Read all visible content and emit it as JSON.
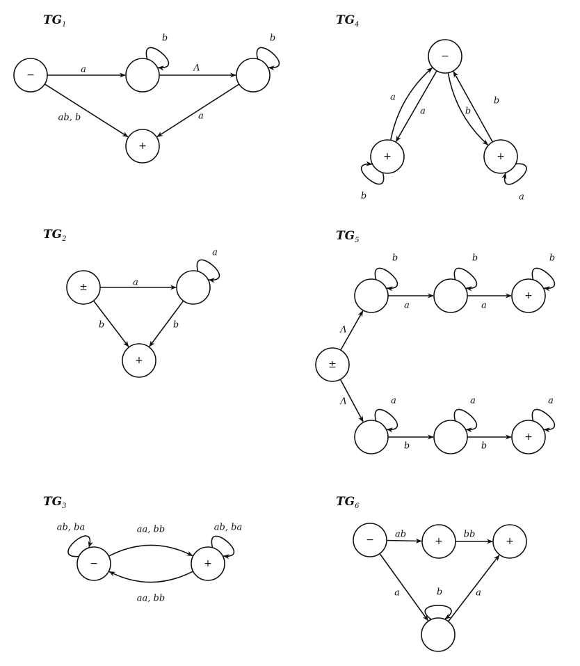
{
  "graphs": [
    {
      "id": "tg1",
      "title": "TG",
      "subscript": "1",
      "states": [
        {
          "id": "s0",
          "mark": "−"
        },
        {
          "id": "s1",
          "mark": ""
        },
        {
          "id": "s2",
          "mark": ""
        },
        {
          "id": "s3",
          "mark": "+"
        }
      ],
      "edges": [
        {
          "from": "s0",
          "to": "s1",
          "label": "a"
        },
        {
          "from": "s1",
          "to": "s1",
          "label": "b"
        },
        {
          "from": "s1",
          "to": "s2",
          "label": "Λ"
        },
        {
          "from": "s2",
          "to": "s2",
          "label": "b"
        },
        {
          "from": "s0",
          "to": "s3",
          "label": "ab, b"
        },
        {
          "from": "s2",
          "to": "s3",
          "label": "a"
        }
      ]
    },
    {
      "id": "tg4",
      "title": "TG",
      "subscript": "4",
      "states": [
        {
          "id": "s0",
          "mark": "−"
        },
        {
          "id": "s1",
          "mark": "+"
        },
        {
          "id": "s2",
          "mark": "+"
        }
      ],
      "edges": [
        {
          "from": "s1",
          "to": "s0",
          "label": "a"
        },
        {
          "from": "s0",
          "to": "s1",
          "label": "a"
        },
        {
          "from": "s2",
          "to": "s0",
          "label": "b"
        },
        {
          "from": "s0",
          "to": "s2",
          "label": "b"
        },
        {
          "from": "s1",
          "to": "s1",
          "label": "b"
        },
        {
          "from": "s2",
          "to": "s2",
          "label": "a"
        }
      ]
    },
    {
      "id": "tg2",
      "title": "TG",
      "subscript": "2",
      "states": [
        {
          "id": "s0",
          "mark": "±"
        },
        {
          "id": "s1",
          "mark": ""
        },
        {
          "id": "s2",
          "mark": "+"
        }
      ],
      "edges": [
        {
          "from": "s0",
          "to": "s1",
          "label": "a"
        },
        {
          "from": "s1",
          "to": "s1",
          "label": "a"
        },
        {
          "from": "s0",
          "to": "s2",
          "label": "b"
        },
        {
          "from": "s1",
          "to": "s2",
          "label": "b"
        }
      ]
    },
    {
      "id": "tg5",
      "title": "TG",
      "subscript": "5",
      "states": [
        {
          "id": "s0",
          "mark": "±"
        },
        {
          "id": "u1",
          "mark": ""
        },
        {
          "id": "u2",
          "mark": ""
        },
        {
          "id": "u3",
          "mark": "+"
        },
        {
          "id": "l1",
          "mark": ""
        },
        {
          "id": "l2",
          "mark": ""
        },
        {
          "id": "l3",
          "mark": "+"
        }
      ],
      "edges": [
        {
          "from": "s0",
          "to": "u1",
          "label": "Λ"
        },
        {
          "from": "s0",
          "to": "l1",
          "label": "Λ"
        },
        {
          "from": "u1",
          "to": "u1",
          "label": "b"
        },
        {
          "from": "u2",
          "to": "u2",
          "label": "b"
        },
        {
          "from": "u3",
          "to": "u3",
          "label": "b"
        },
        {
          "from": "u1",
          "to": "u2",
          "label": "a"
        },
        {
          "from": "u2",
          "to": "u3",
          "label": "a"
        },
        {
          "from": "l1",
          "to": "l1",
          "label": "a"
        },
        {
          "from": "l2",
          "to": "l2",
          "label": "a"
        },
        {
          "from": "l3",
          "to": "l3",
          "label": "a"
        },
        {
          "from": "l1",
          "to": "l2",
          "label": "b"
        },
        {
          "from": "l2",
          "to": "l3",
          "label": "b"
        }
      ]
    },
    {
      "id": "tg3",
      "title": "TG",
      "subscript": "3",
      "states": [
        {
          "id": "s0",
          "mark": "−"
        },
        {
          "id": "s1",
          "mark": "+"
        }
      ],
      "edges": [
        {
          "from": "s0",
          "to": "s0",
          "label": "ab, ba"
        },
        {
          "from": "s1",
          "to": "s1",
          "label": "ab, ba"
        },
        {
          "from": "s0",
          "to": "s1",
          "label": "aa, bb"
        },
        {
          "from": "s1",
          "to": "s0",
          "label": "aa, bb"
        }
      ]
    },
    {
      "id": "tg6",
      "title": "TG",
      "subscript": "6",
      "states": [
        {
          "id": "s0",
          "mark": "−"
        },
        {
          "id": "s1",
          "mark": "+"
        },
        {
          "id": "s2",
          "mark": "+"
        },
        {
          "id": "s3",
          "mark": ""
        }
      ],
      "edges": [
        {
          "from": "s0",
          "to": "s1",
          "label": "ab"
        },
        {
          "from": "s1",
          "to": "s2",
          "label": "bb"
        },
        {
          "from": "s0",
          "to": "s3",
          "label": "a"
        },
        {
          "from": "s3",
          "to": "s3",
          "label": "b"
        },
        {
          "from": "s3",
          "to": "s2",
          "label": "a"
        }
      ]
    }
  ]
}
